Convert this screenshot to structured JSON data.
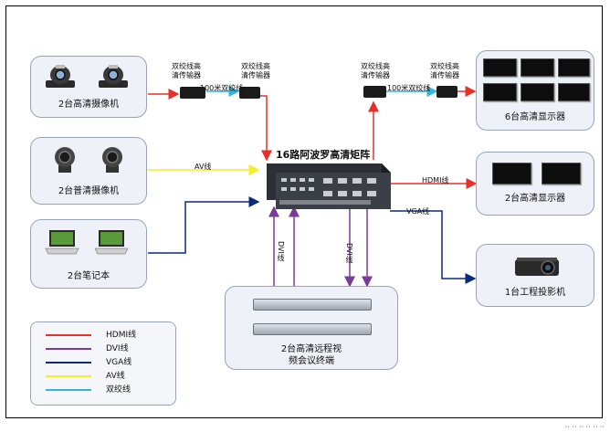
{
  "diagram_title": "16路阿波罗高清矩阵",
  "boxes": {
    "hd_cameras": "2台高清摄像机",
    "sd_cameras": "2台普清摄像机",
    "laptops": "2台笔记本",
    "video_conf": "2台高清远程视\n频会议终端",
    "displays6": "6台高清显示器",
    "displays2": "2台高清显示器",
    "projector": "1台工程投影机"
  },
  "transmitters": {
    "left_tx1": "双绞线高\n清传输器",
    "left_tx2": "双绞线高\n清传输器",
    "right_tx1": "双绞线高\n清传输器",
    "right_tx2": "双绞线高\n清传输器"
  },
  "link_labels": {
    "left_twisted": "100米双绞线",
    "right_twisted": "100米双绞线",
    "av": "AV线",
    "hdmi": "HDMI线",
    "vga": "VGA线",
    "dvi_up": "DVI线",
    "dvi_down": "DVI线"
  },
  "legend": [
    {
      "label": "HDMI线",
      "color": "#e8302a"
    },
    {
      "label": "DVI线",
      "color": "#7a3a9a"
    },
    {
      "label": "VGA线",
      "color": "#0a2a7a"
    },
    {
      "label": "AV线",
      "color": "#f2ee2a"
    },
    {
      "label": "双绞线",
      "color": "#35b4e0"
    }
  ],
  "watermark": "·· ·· ·· ·· ·· ··"
}
